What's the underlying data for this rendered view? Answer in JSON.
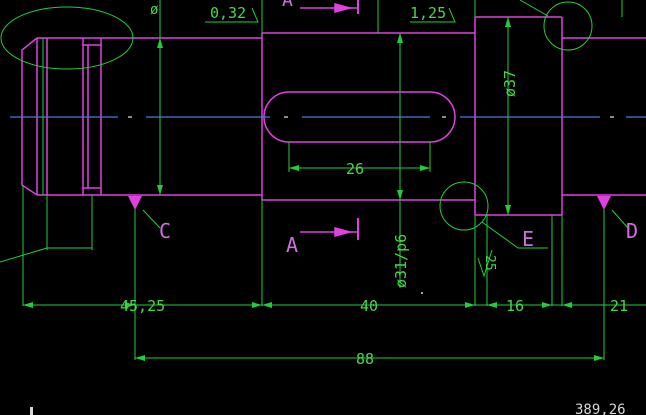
{
  "colors": {
    "background": "#000000",
    "part": "#e040e0",
    "dimension": "#1fcf3a",
    "centerline": "#4a7bd8",
    "text_green": "#48d848",
    "text_pink": "#d070e0",
    "text_white": "#d8d8d8"
  },
  "labels": {
    "surface_note_top_left": "0,32",
    "surface_note_top_right": "1,25",
    "section_top": "A",
    "section_bottom": "A",
    "detail_c": "C",
    "detail_d": "D",
    "detail_e": "E",
    "diameter_top_left": "ø",
    "diameter_37": "ø37",
    "diameter_31": "ø31/p6",
    "roughness_e": "25",
    "keyway_width": "26",
    "dim_45_25": "45,25",
    "dim_40": "40",
    "dim_16": "16",
    "dim_21": "21",
    "dim_88": "88",
    "corner_text": "389,26"
  }
}
